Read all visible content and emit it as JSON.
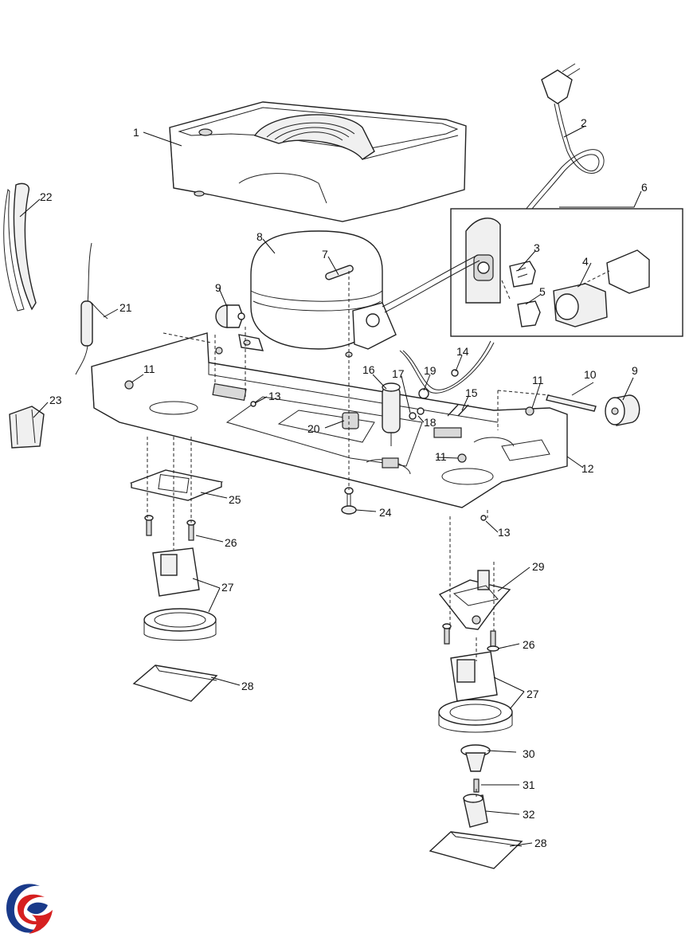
{
  "labels": {
    "l1": "1",
    "l2": "2",
    "l3": "3",
    "l4": "4",
    "l5": "5",
    "l6": "6",
    "l7": "7",
    "l8": "8",
    "l9a": "9",
    "l9b": "9",
    "l10": "10",
    "l11a": "11",
    "l11b": "11",
    "l11c": "11",
    "l12": "12",
    "l13a": "13",
    "l13b": "13",
    "l14": "14",
    "l15": "15",
    "l16": "16",
    "l17": "17",
    "l18": "18",
    "l19": "19",
    "l20": "20",
    "l21": "21",
    "l22": "22",
    "l23": "23",
    "l24": "24",
    "l25": "25",
    "l26a": "26",
    "l26b": "26",
    "l27a": "27",
    "l27b": "27",
    "l28a": "28",
    "l28b": "28",
    "l29": "29",
    "l30": "30",
    "l31": "31",
    "l32": "32"
  },
  "logo": {
    "icon": "brand-swirl-icon",
    "colors": [
      "#1a3a8a",
      "#d62020"
    ]
  }
}
